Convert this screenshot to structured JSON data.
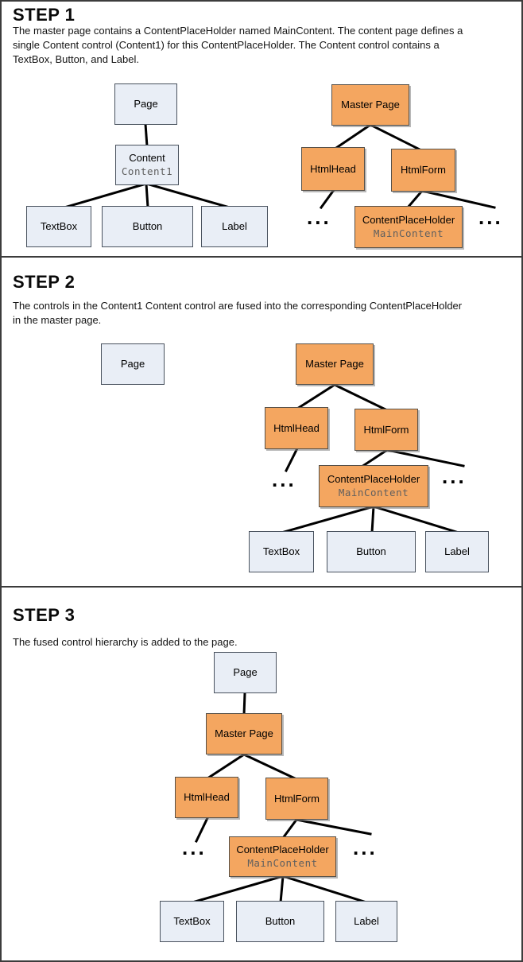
{
  "colors": {
    "node_orange": "#F4A660",
    "node_blue": "#E9EEF6",
    "connector": "#000000",
    "section_border": "#3C3C3C"
  },
  "labels": {
    "page": "Page",
    "content": "Content",
    "content_id": "Content1",
    "textbox": "TextBox",
    "button": "Button",
    "label": "Label",
    "master_page": "Master Page",
    "html_head": "HtmlHead",
    "html_form": "HtmlForm",
    "content_placeholder": "ContentPlaceHolder",
    "main_content": "MainContent",
    "ellipsis": "..."
  },
  "sections": [
    {
      "heading": "STEP 1",
      "desc_lines": [
        "The master page contains a ContentPlaceHolder named MainContent. The content page defines a",
        "single Content control (Content1) for this ContentPlaceHolder. The Content control contains a",
        "TextBox, Button, and Label."
      ]
    },
    {
      "heading": "STEP 2",
      "desc_lines": [
        "The controls in the Content1 Content control are fused into the corresponding ContentPlaceHolder",
        "in the master page."
      ]
    },
    {
      "heading": "STEP 3",
      "desc_lines": [
        "The fused control hierarchy is added to the page."
      ]
    }
  ]
}
